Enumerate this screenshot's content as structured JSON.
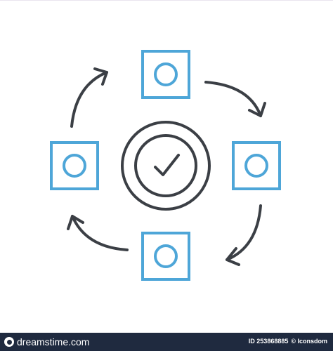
{
  "icon": {
    "name": "workflow-cycle-approved",
    "colors": {
      "stroke_dark": "#3b3f45",
      "stroke_accent": "#4ea6d8"
    }
  },
  "footer": {
    "logo_text": "dreamstime.com",
    "id_text": "ID 253868885",
    "author_text": "© Iconsdom",
    "background_color": "#1f2a3f"
  }
}
